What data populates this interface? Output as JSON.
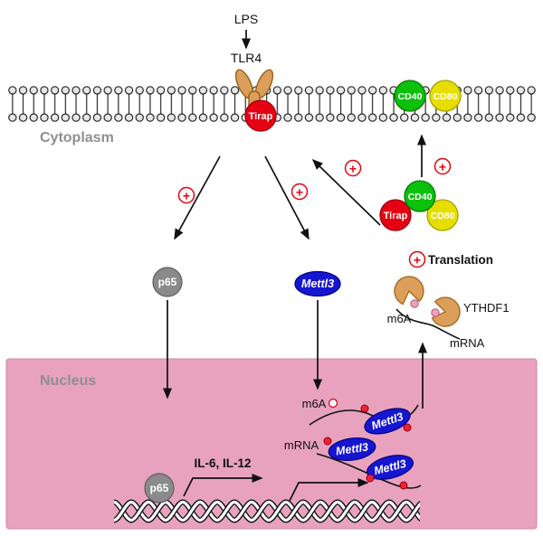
{
  "labels": {
    "lps": "LPS",
    "tlr4": "TLR4",
    "tirap": "Tirap",
    "cd40": "CD40",
    "cd80": "CD80",
    "cytoplasm": "Cytoplasm",
    "nucleus": "Nucleus",
    "plus": "+",
    "p65": "p65",
    "mettl3": "Mettl3",
    "translation": "Translation",
    "ythdf1": "YTHDF1",
    "m6a": "m6A",
    "mrna": "mRNA",
    "cytokines": "IL-6, IL-12"
  },
  "colors": {
    "tirap": "#e60013",
    "cd40": "#0cc00c",
    "cd80": "#e6de00",
    "p65": "#8a8a8a",
    "mettl3": "#1616d2",
    "receptor": "#dc9f5b",
    "ythdf1": "#dc9f5b",
    "m6a_mark": "#ee2233",
    "m6a_mark_cyto": "#f2a0b8",
    "nucleus_bg": "#e8a2be",
    "plus_red": "#e8000d"
  }
}
